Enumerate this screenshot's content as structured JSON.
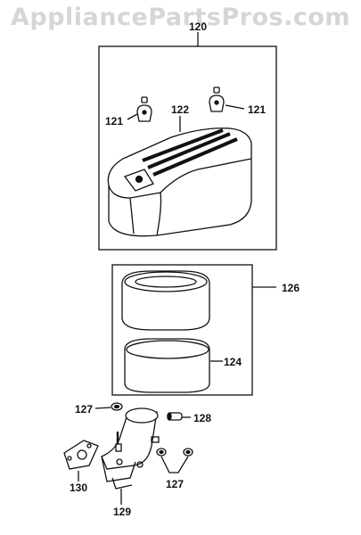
{
  "watermark": "AppliancePartsPros.com",
  "labels": {
    "l120": "120",
    "l121a": "121",
    "l121b": "121",
    "l122": "122",
    "l126": "126",
    "l124": "124",
    "l127a": "127",
    "l128": "128",
    "l130": "130",
    "l127b": "127",
    "l129": "129"
  }
}
